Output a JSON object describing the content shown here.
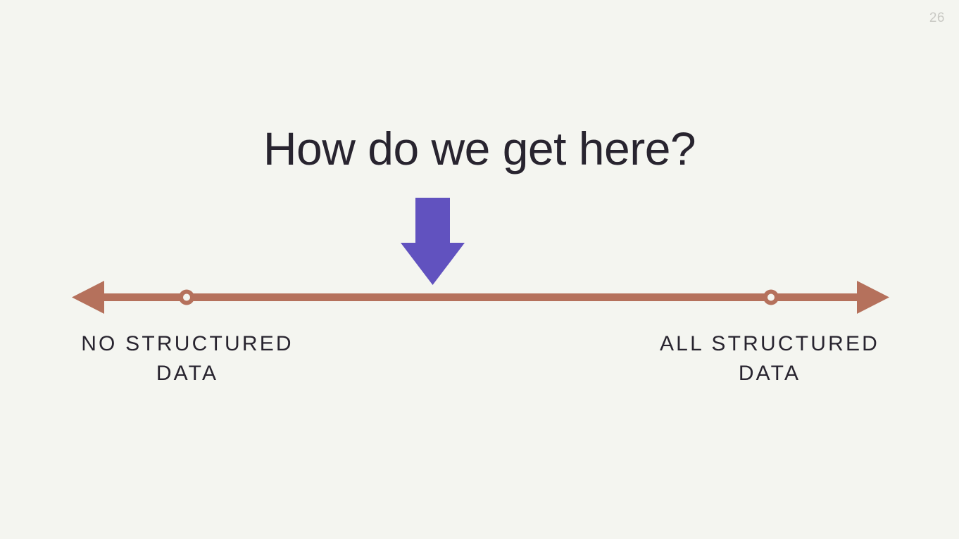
{
  "slide": {
    "page_number": "26",
    "background_color": "#f4f5f0",
    "headline": "How do we get here?",
    "headline_color": "#28242f"
  },
  "diagram": {
    "type": "spectrum-axis",
    "axis_color": "#b5715c",
    "pointer_color": "#6152bf",
    "pointer_name": "down-arrow",
    "pointer_position_label": "middle",
    "axis": {
      "left_arrowhead": true,
      "right_arrowhead": true,
      "markers": [
        {
          "id": "no-structured-data",
          "label_line1": "NO STRUCTURED",
          "label_line2": "DATA",
          "position": "left"
        },
        {
          "id": "all-structured-data",
          "label_line1": "ALL STRUCTURED",
          "label_line2": "DATA",
          "position": "right"
        }
      ]
    },
    "label_color": "#28242f"
  }
}
